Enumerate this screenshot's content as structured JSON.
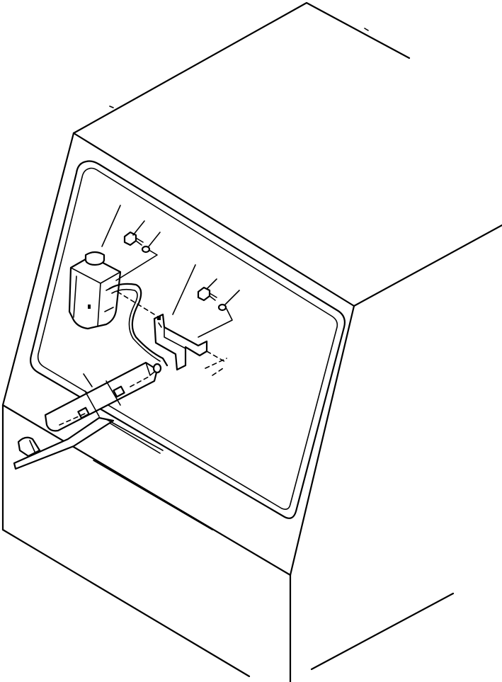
{
  "diagram": {
    "parts": [
      {
        "id": "cab-body"
      },
      {
        "id": "rear-window"
      },
      {
        "id": "washer-tank"
      },
      {
        "id": "tank-bolt"
      },
      {
        "id": "tank-washer"
      },
      {
        "id": "mounting-bracket"
      },
      {
        "id": "bracket-bolt"
      },
      {
        "id": "bracket-washer"
      },
      {
        "id": "washer-hose"
      },
      {
        "id": "wiper-motor-cover"
      },
      {
        "id": "wiper-arm"
      }
    ],
    "leader_lines": 7,
    "line_color": "#000000",
    "background": "#ffffff"
  }
}
